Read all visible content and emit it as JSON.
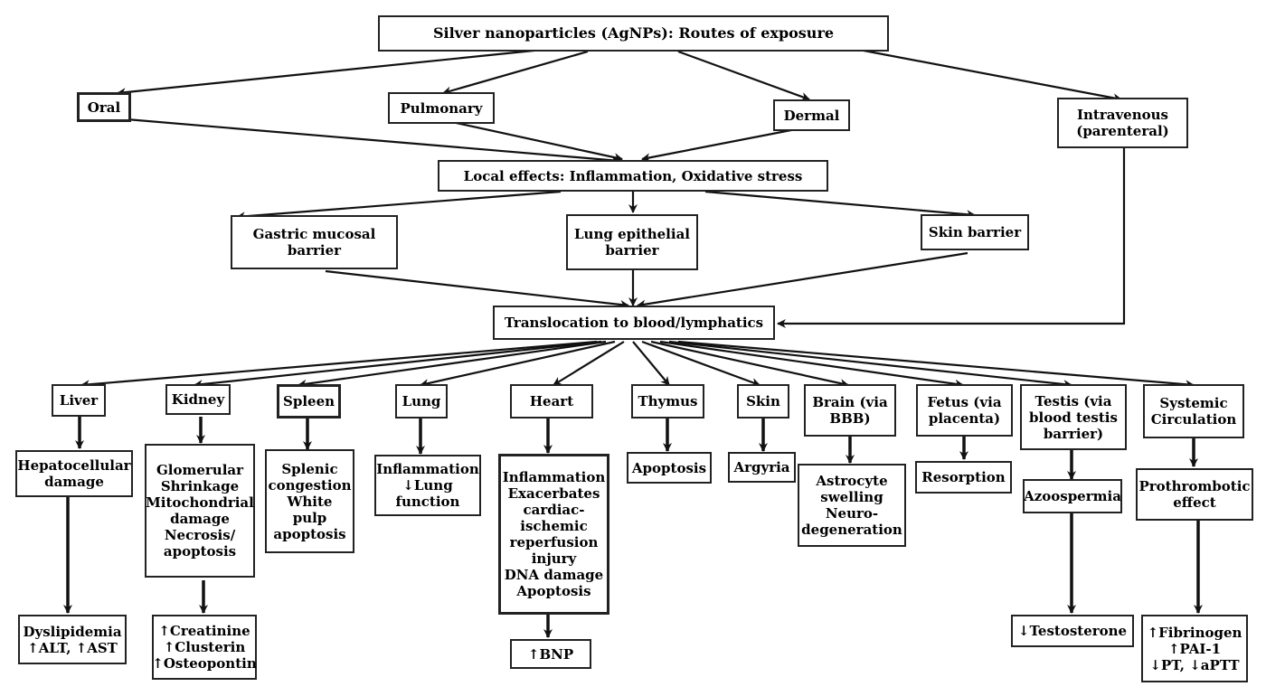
{
  "root": "Silver nanoparticles (AgNPs): Routes of exposure",
  "routes": {
    "oral": "Oral",
    "pulmonary": "Pulmonary",
    "dermal": "Dermal",
    "intravenous": "Intravenous\n(parenteral)"
  },
  "local_effects": "Local effects: Inflammation, Oxidative stress",
  "barriers": {
    "gastric": "Gastric mucosal\nbarrier",
    "lung": "Lung epithelial\nbarrier",
    "skin": "Skin barrier"
  },
  "translocation": "Translocation to blood/lymphatics",
  "organs": {
    "liver": "Liver",
    "kidney": "Kidney",
    "spleen": "Spleen",
    "lung": "Lung",
    "heart": "Heart",
    "thymus": "Thymus",
    "skin": "Skin",
    "brain": "Brain (via\nBBB)",
    "fetus": "Fetus (via\nplacenta)",
    "testis": "Testis (via\nblood testis\nbarrier)",
    "systemic": "Systemic\nCirculation"
  },
  "effects": {
    "liver": "Hepatocellular\ndamage",
    "kidney": "Glomerular\nShrinkage\nMitochondrial\ndamage\nNecrosis/\napoptosis",
    "spleen": "Splenic\ncongestion\nWhite\npulp\napoptosis",
    "lung": "Inflammation\n↓Lung\nfunction",
    "heart": "Inflammation\nExacerbates\ncardiac-\nischemic\nreperfusion\ninjury\nDNA damage\nApoptosis",
    "thymus": "Apoptosis",
    "skin": "Argyria",
    "brain": "Astrocyte\nswelling\nNeuro-\ndegeneration",
    "fetus": "Resorption",
    "testis": "Azoospermia",
    "systemic": "Prothrombotic\neffect"
  },
  "markers": {
    "liver": "Dyslipidemia\n↑ALT, ↑AST",
    "kidney": "↑Creatinine\n↑Clusterin\n↑Osteopontin",
    "heart": "↑BNP",
    "testis": "↓Testosterone",
    "systemic": "↑Fibrinogen\n↑PAI-1\n↓PT, ↓aPTT"
  }
}
